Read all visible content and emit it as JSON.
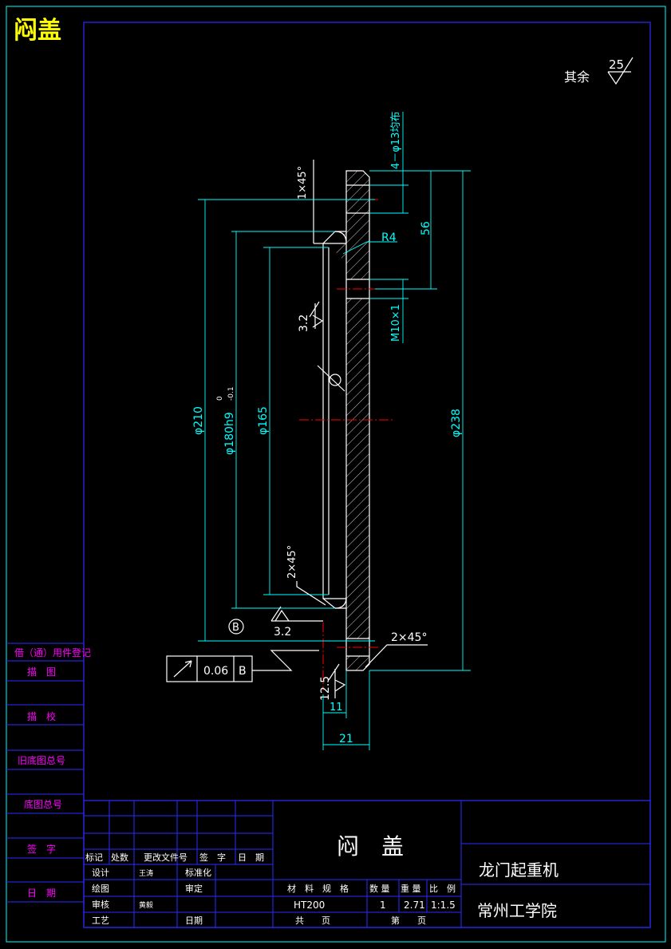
{
  "title_corner": "闷盖",
  "surface_note": {
    "label": "其余",
    "value": "25"
  },
  "left_strip": {
    "items": [
      "借（通）用件登记",
      "描　图",
      "描　校",
      "旧底图总号",
      "底图总号",
      "签　字",
      "日　期"
    ]
  },
  "dimensions": {
    "holes": "4－φ13均布",
    "chamfer_top": "1×45°",
    "radius": "R4",
    "pitch": "56",
    "thread": "M10×1",
    "roughness_face": "3.2",
    "d210": "φ210",
    "d180": "φ180h9",
    "d180_tol_upper": "0",
    "d180_tol_lower": "-0.1",
    "d165": "φ165",
    "d238": "φ238",
    "chamfer_inner": "2×45°",
    "chamfer_outer": "2×45°",
    "datum": "B",
    "roughness_bottom": "3.2",
    "roughness_end": "12.5",
    "width_11": "11",
    "width_21": "21"
  },
  "gdt": {
    "tolerance": "0.06",
    "datum": "B"
  },
  "title_block": {
    "part_name": "闷　盖",
    "machine": "龙门起重机",
    "school": "常州工学院",
    "rev_headers": [
      "标记",
      "处数",
      "更改文件号",
      "签　字",
      "日　期"
    ],
    "sign_rows": [
      {
        "role": "设计",
        "name": "王涛",
        "role2": "标准化"
      },
      {
        "role": "绘图",
        "name": "",
        "role2": "审定"
      },
      {
        "role": "审核",
        "name": "黄毅",
        "role2": ""
      },
      {
        "role": "工艺",
        "name": "",
        "role2": "日期"
      }
    ],
    "material_header": "材　料　规　格",
    "material": "HT200",
    "qty_header": "数 量",
    "qty": "1",
    "weight_header": "重 量",
    "weight": "2.71",
    "scale_header": "比　例",
    "scale": "1:1.5",
    "total_label": "共　　页",
    "page_label": "第　　页"
  },
  "colors": {
    "frame": "#00ffff",
    "title_block_lines": "#2b2bff",
    "corner_title": "#ffff00",
    "strip_text": "#ff00ff",
    "dimension": "#00ffff",
    "centerline": "#ff0000",
    "geometry": "#ffffff"
  }
}
